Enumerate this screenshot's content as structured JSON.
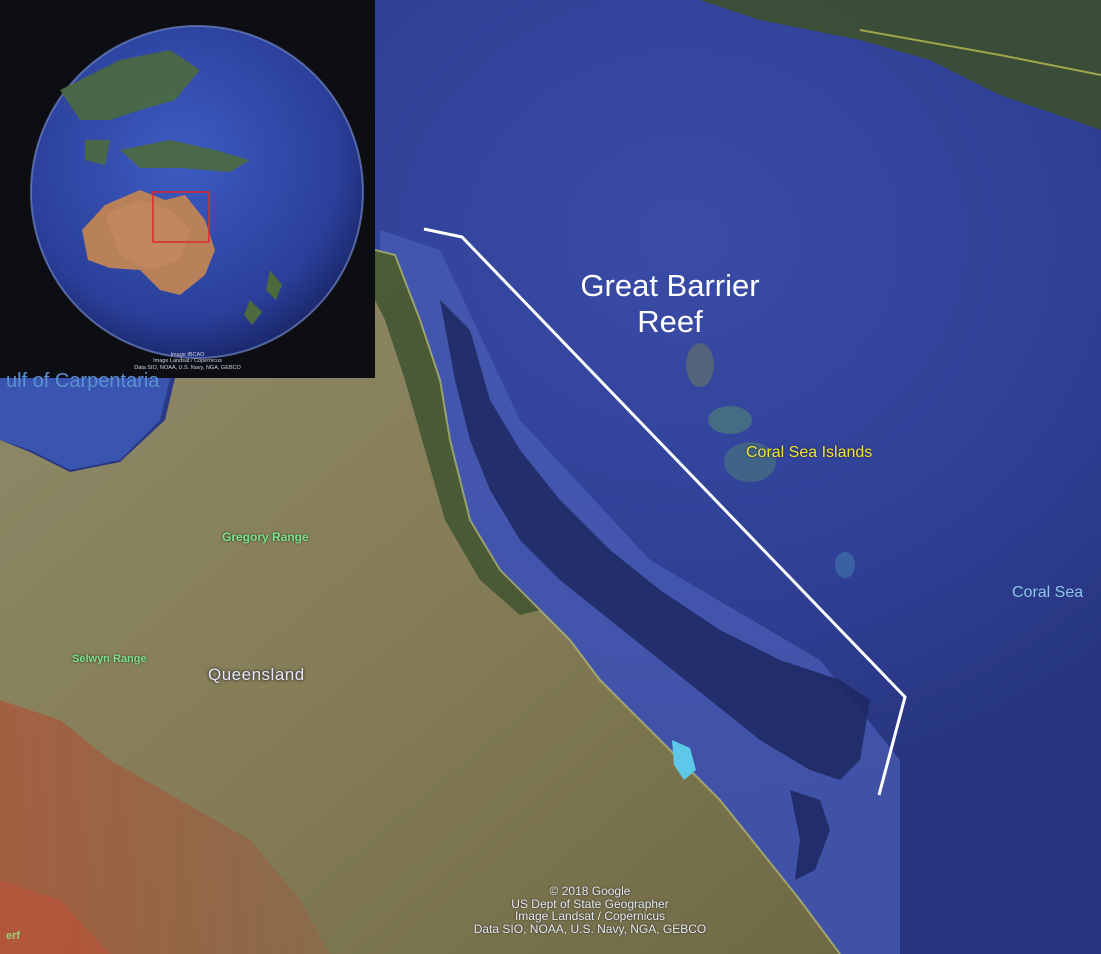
{
  "title": "Great Barrier Reef",
  "labels": {
    "coral_sea_islands": "Coral Sea Islands",
    "coral_sea": "Coral Sea",
    "gregory_range": "Gregory Range",
    "selwyn_range": "Selwyn Range",
    "queensland": "Queensland",
    "gulf": "ulf of Carpentaria",
    "bottom_left": "erf"
  },
  "attribution": {
    "line1": "© 2018 Google",
    "line2": "US Dept of State Geographer",
    "line3": "Image Landsat / Copernicus",
    "line4": "Data SIO, NOAA, U.S. Navy, NGA, GEBCO"
  },
  "inset": {
    "line1": "Image IBCAO",
    "line2": "Image Landsat / Copernicus",
    "line3": "Data SIO, NOAA, U.S. Navy, NGA, GEBCO"
  },
  "colors": {
    "ocean": "#2f3f8f",
    "land": "#8e8460",
    "reef_line": "#ffffff",
    "inset_box": "#e0282a",
    "island_label": "#f0e33c"
  }
}
